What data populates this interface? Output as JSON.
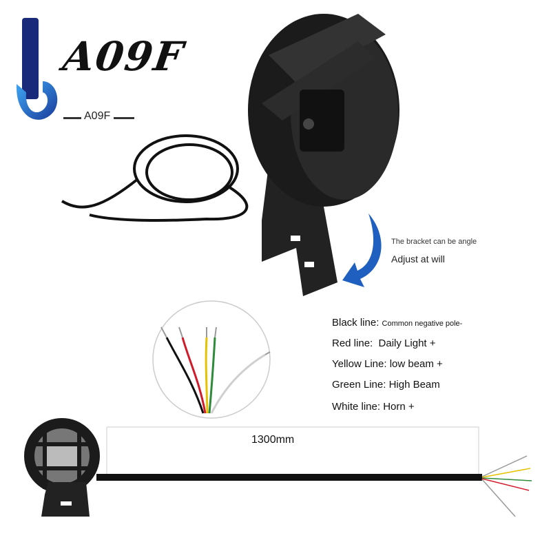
{
  "brand": {
    "logo_text": "A09F",
    "sub_label": "A09F"
  },
  "bracket_note": {
    "line1": "The bracket can be  angle",
    "line2": "Adjust at will"
  },
  "wires": [
    {
      "name": "Black line:",
      "desc": "Common negative pole-",
      "color": "#111111"
    },
    {
      "name": "Red line:",
      "desc": "Daily Light +",
      "color": "#d11a2a"
    },
    {
      "name": "Yellow Line:",
      "desc": "low beam +",
      "color": "#e6c200"
    },
    {
      "name": "Green Line:",
      "desc": "High Beam",
      "color": "#2e8b3a"
    },
    {
      "name": "White line:",
      "desc": "Horn +",
      "color": "#dddddd"
    }
  ],
  "cable_length": "1300mm",
  "colors": {
    "accent_blue": "#1e5fbf",
    "brand_dark": "#1a2a7a",
    "housing": "#1b1b1b"
  }
}
